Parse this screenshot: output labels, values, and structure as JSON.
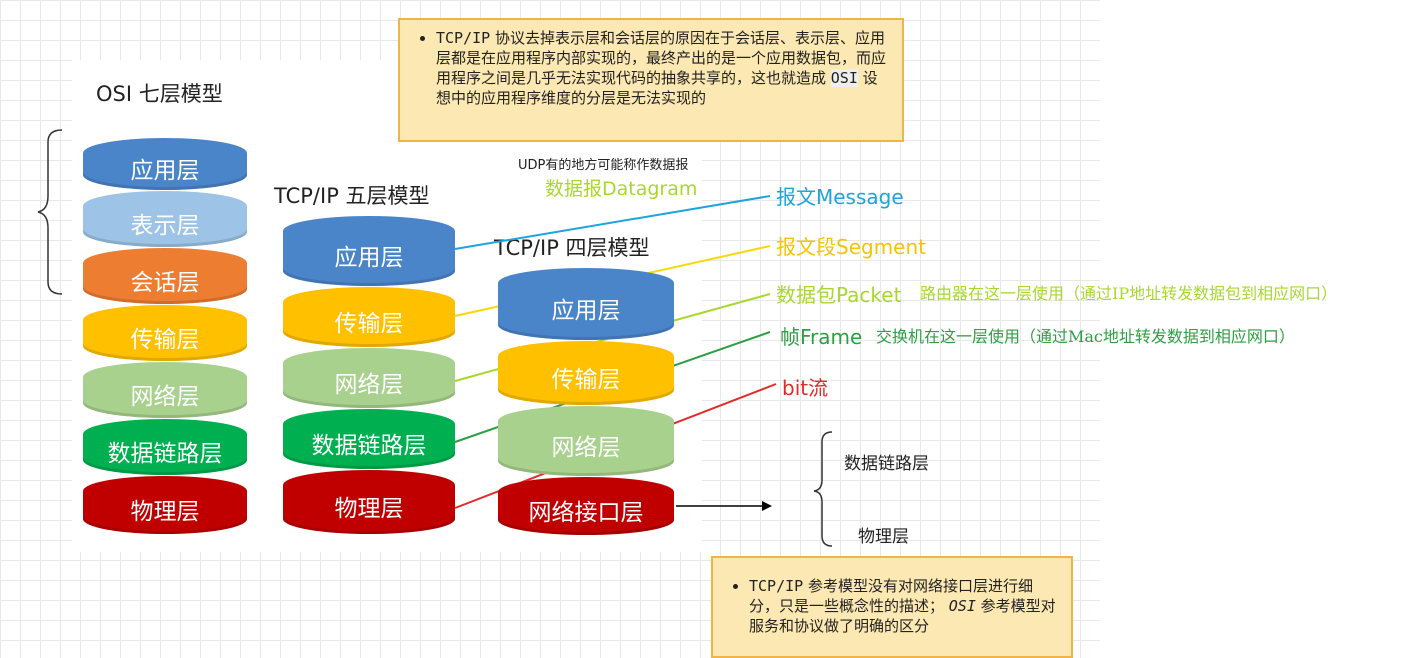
{
  "top_note": {
    "text_a": "TCP/IP",
    "text_b": " 协议去掉表示层和会话层的原因在于会话层、表示层、应用层都是在应用程序内部实现的，最终产出的是一个应用数据包，而应用程序之间是几乎无法实现代码的抽象共享的，这也就造成 ",
    "text_c": "OSI",
    "text_d": " 设想中的应用程序维度的分层是无法实现的"
  },
  "bottom_note": {
    "text_a": "TCP/IP",
    "text_b": " 参考模型没有对网络接口层进行细分，只是一些概念性的描述； ",
    "text_c": "OSI",
    "text_d": " 参考模型对服务和协议做了明确的区分"
  },
  "models": {
    "osi": {
      "title": "OSI 七层模型",
      "layers": [
        "应用层",
        "表示层",
        "会话层",
        "传输层",
        "网络层",
        "数据链路层",
        "物理层"
      ]
    },
    "tcp5": {
      "title": "TCP/IP 五层模型",
      "layers": [
        "应用层",
        "传输层",
        "网络层",
        "数据链路层",
        "物理层"
      ]
    },
    "tcp4": {
      "title": "TCP/IP 四层模型",
      "layers": [
        "应用层",
        "传输层",
        "网络层",
        "网络接口层"
      ]
    }
  },
  "annotations": {
    "udp_note": "UDP有的地方可能称作数据报",
    "datagram": "数据报Datagram",
    "message": "报文Message",
    "segment": "报文段Segment",
    "packet": "数据包Packet",
    "packet_note": "路由器在这一层使用（通过IP地址转发数据包到相应网口）",
    "frame": "帧Frame",
    "frame_note": "交换机在这一层使用（通过Mac地址转发数据到相应网口）",
    "bits": "bit流"
  },
  "interface_split": {
    "top": "数据链路层",
    "bottom": "物理层"
  },
  "colors": {
    "application": "#4a84c9",
    "presentation": "#9dc3e6",
    "session": "#ed7d31",
    "transport": "#ffc000",
    "network": "#a9d18e",
    "datalink": "#00b050",
    "physical": "#c00000",
    "message": "#1fa3dc",
    "segment": "#f5d90a",
    "packet": "#a8d82e",
    "frame": "#2e9e44",
    "bits": "#e02b2b",
    "note_fill": "#fce8b2",
    "note_border": "#f0b449"
  }
}
